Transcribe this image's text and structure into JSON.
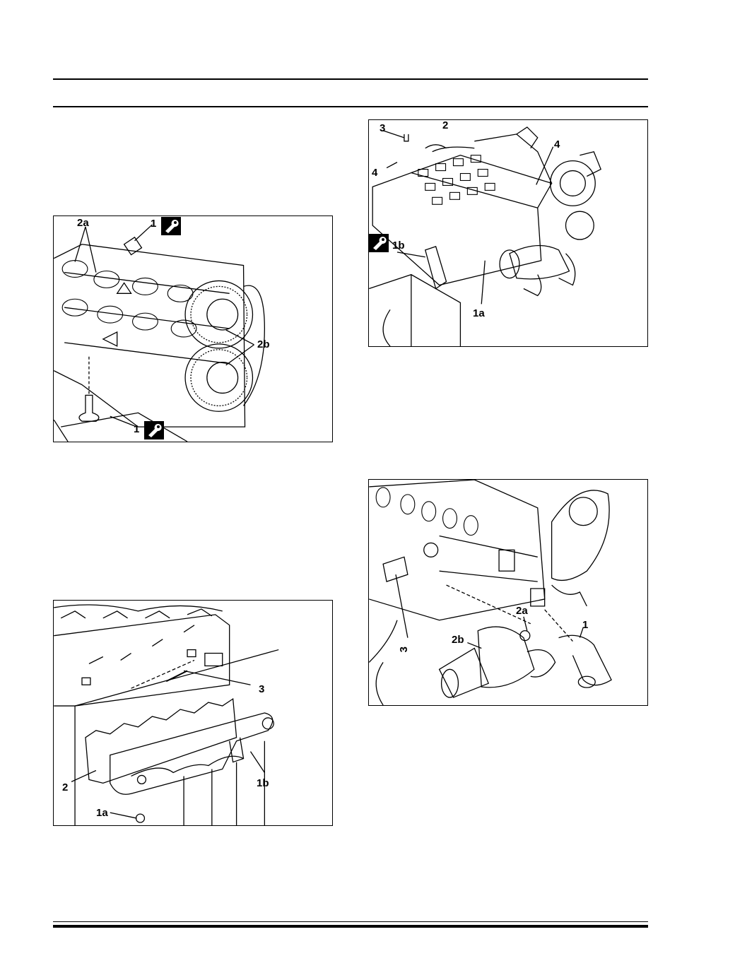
{
  "figures": [
    {
      "id": "camshaft",
      "callouts": [
        "2a",
        "1",
        "2b",
        "1"
      ],
      "tool_icons": 2
    },
    {
      "id": "exhaust-manifold",
      "callouts": [
        "3",
        "2",
        "1b",
        "1a"
      ],
      "tool_icons": 0
    },
    {
      "id": "cylinder-head",
      "callouts": [
        "3",
        "2",
        "4",
        "4",
        "1b",
        "1a"
      ],
      "tool_icons": 1
    },
    {
      "id": "thermostat-housing",
      "callouts": [
        "2a",
        "1",
        "2b",
        "3"
      ],
      "tool_icons": 0
    }
  ],
  "icons": {
    "tool": "wrench-icon"
  }
}
